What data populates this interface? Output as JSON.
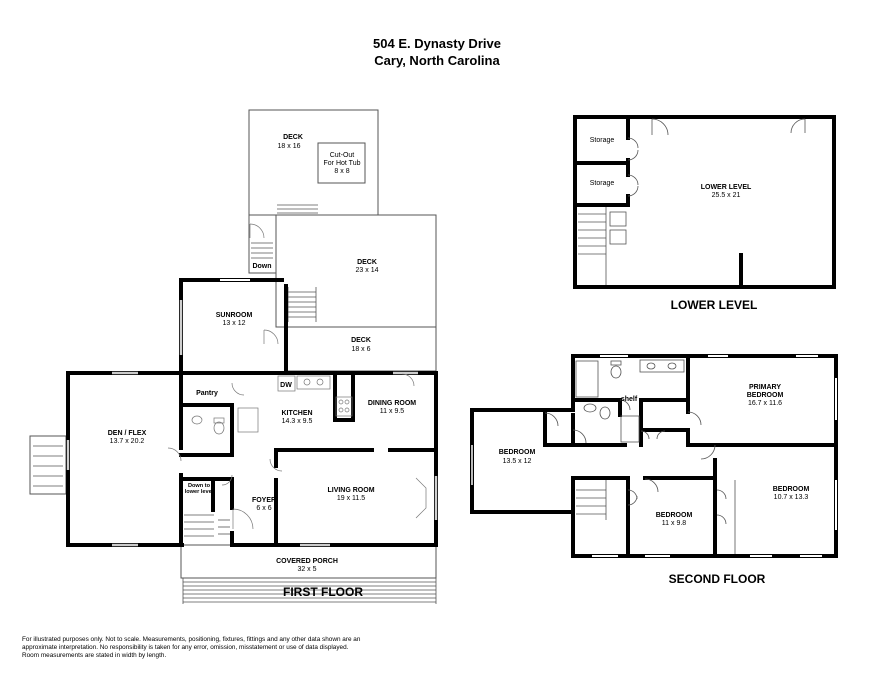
{
  "title": {
    "line1": "504 E. Dynasty Drive",
    "line2": "Cary, North Carolina"
  },
  "levels": {
    "first": "FIRST FLOOR",
    "lower": "LOWER LEVEL",
    "second": "SECOND FLOOR"
  },
  "first_floor": {
    "deck_upper": {
      "name": "DECK",
      "dims": "18 x 16"
    },
    "hot_tub": {
      "line1": "Cut-Out",
      "line2": "For Hot Tub",
      "line3": "8 x 8"
    },
    "down_label": "Down",
    "deck_middle": {
      "name": "DECK",
      "dims": "23 x 14"
    },
    "sunroom": {
      "name": "SUNROOM",
      "dims": "13 x 12"
    },
    "deck_lower": {
      "name": "DECK",
      "dims": "18 x 6"
    },
    "pantry": "Pantry",
    "dw": "DW",
    "kitchen": {
      "name": "KITCHEN",
      "dims": "14.3 x 9.5"
    },
    "dining": {
      "name": "DINING ROOM",
      "dims": "11 x 9.5"
    },
    "den": {
      "name": "DEN / FLEX",
      "dims": "13.7 x 20.2"
    },
    "down_lower": {
      "line1": "Down to",
      "line2": "lower level"
    },
    "foyer": {
      "name": "FOYER",
      "dims": "6 x 6"
    },
    "living": {
      "name": "LIVING ROOM",
      "dims": "19 x 11.5"
    },
    "porch": {
      "name": "COVERED PORCH",
      "dims": "32 x 5"
    }
  },
  "lower_level": {
    "storage_top": "Storage",
    "storage_bottom": "Storage",
    "main": {
      "name": "LOWER LEVEL",
      "dims": "25.5 x 21"
    }
  },
  "second_floor": {
    "primary": {
      "line1": "PRIMARY",
      "line2": "BEDROOM",
      "dims": "16.7 x 11.6"
    },
    "shelf": "shelf",
    "bedroom_left": {
      "name": "BEDROOM",
      "dims": "13.5 x 12"
    },
    "bedroom_right": {
      "name": "BEDROOM",
      "dims": "10.7 x 13.3"
    },
    "bedroom_center": {
      "name": "BEDROOM",
      "dims": "11 x 9.8"
    }
  },
  "disclaimer": [
    "For illustrated purposes only. Not to scale. Measurements, positioning, fixtures, fittings and any other data shown are an",
    "approximate interpretation. No responsibility is taken for any error, omission, misstatement or use of data displayed.",
    "Room measurements are stated in width by length."
  ]
}
